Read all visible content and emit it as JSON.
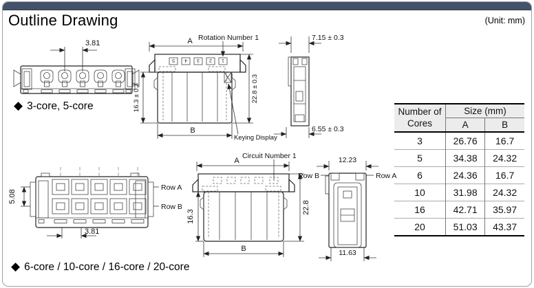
{
  "header": {
    "title": "Outline Drawing",
    "unit": "(Unit: mm)"
  },
  "captions": {
    "bullet": "◆",
    "group1": "3-core, 5-core",
    "group2": "6-core / 10-core / 16-core / 20-core"
  },
  "drawings": {
    "front_3_5": {
      "pitch": "3.81"
    },
    "rear_3_5": {
      "dim_a": "A",
      "dim_b": "B",
      "rotation_label": "Rotation Number 1",
      "height_inner": "16.3 ± 0.3",
      "height_outer": "22.8 ± 0.3",
      "keying_label": "Keying Display",
      "numbers": [
        "5",
        "4",
        "3",
        "2",
        "1"
      ]
    },
    "side_3_5": {
      "width_top": "7.15 ± 0.3",
      "width_bottom": "6.55 ± 0.3"
    },
    "front_multi": {
      "row_pitch": "5.08",
      "pitch": "3.81",
      "row_a": "Row A",
      "row_b": "Row B"
    },
    "rear_multi": {
      "dim_a": "A",
      "dim_b": "B",
      "circuit_label": "Circuit Number 1",
      "height_inner": "16.3",
      "height_outer": "22.8"
    },
    "side_multi": {
      "width_top": "12.23",
      "width_bottom": "11.63",
      "row_a": "Row A",
      "row_b": "Row B"
    }
  },
  "table": {
    "header": {
      "cores": "Number of Cores",
      "size": "Size (mm)",
      "col_a": "A",
      "col_b": "B"
    },
    "rows": [
      {
        "cores": "3",
        "a": "26.76",
        "b": "16.7"
      },
      {
        "cores": "5",
        "a": "34.38",
        "b": "24.32"
      },
      {
        "cores": "6",
        "a": "24.36",
        "b": "16.7"
      },
      {
        "cores": "10",
        "a": "31.98",
        "b": "24.32"
      },
      {
        "cores": "16",
        "a": "42.71",
        "b": "35.97"
      },
      {
        "cores": "20",
        "a": "51.03",
        "b": "43.37"
      }
    ]
  },
  "colors": {
    "header_bar": "#44536a",
    "table_header_bg": "#ececec",
    "line": "#222222"
  }
}
